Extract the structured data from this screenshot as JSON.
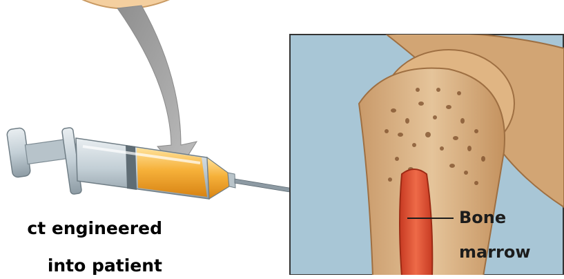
{
  "caption": {
    "line1": "ct engineered",
    "line2": "into patient"
  },
  "labels": {
    "bone": "Bone",
    "marrow": "marrow"
  },
  "icons": {
    "arrow": "curved-arrow-icon",
    "syringe": "syringe-icon",
    "bone": "bone-cross-section-icon"
  },
  "colors": {
    "arrow": "#a6a6a6",
    "syringe_fluid": "#f3a521",
    "bone": "#d9a874",
    "marrow": "#d9482e",
    "panel_background": "#a8c6d6"
  }
}
